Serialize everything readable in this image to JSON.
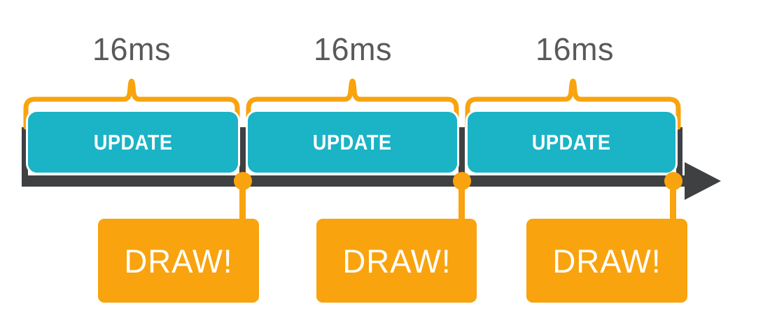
{
  "diagram": {
    "type": "frame-rendering-timeline",
    "frames": [
      {
        "duration": "16ms",
        "update": "UPDATE",
        "draw": "DRAW!"
      },
      {
        "duration": "16ms",
        "update": "UPDATE",
        "draw": "DRAW!"
      },
      {
        "duration": "16ms",
        "update": "UPDATE",
        "draw": "DRAW!"
      }
    ]
  },
  "colors": {
    "orange": "#F9A30E",
    "teal": "#1BB3C6",
    "timeline_dark": "#3F4042",
    "label_gray": "#58595B",
    "text_white": "#FFFFFF",
    "background": "#FFFFFF"
  }
}
